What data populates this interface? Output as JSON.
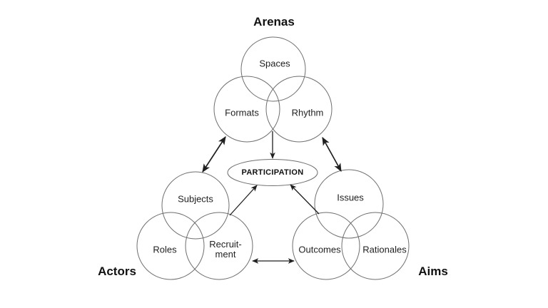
{
  "center_node": {
    "label": "PARTICIPATION"
  },
  "clusters": {
    "arenas": {
      "title": "Arenas",
      "top_circle": "Spaces",
      "left_circle": "Formats",
      "right_circle": "Rhythm"
    },
    "actors": {
      "title": "Actors",
      "top_circle": "Subjects",
      "left_circle": "Roles",
      "right_circle_line1": "Recruit-",
      "right_circle_line2": "ment"
    },
    "aims": {
      "title": "Aims",
      "top_circle": "Issues",
      "left_circle": "Outcomes",
      "right_circle": "Rationales"
    }
  },
  "colors": {
    "background": "#ffffff",
    "circle_stroke": "#6f6f6f",
    "arrow": "#1f1f1f",
    "text": "#222222",
    "title_text": "#111111"
  }
}
